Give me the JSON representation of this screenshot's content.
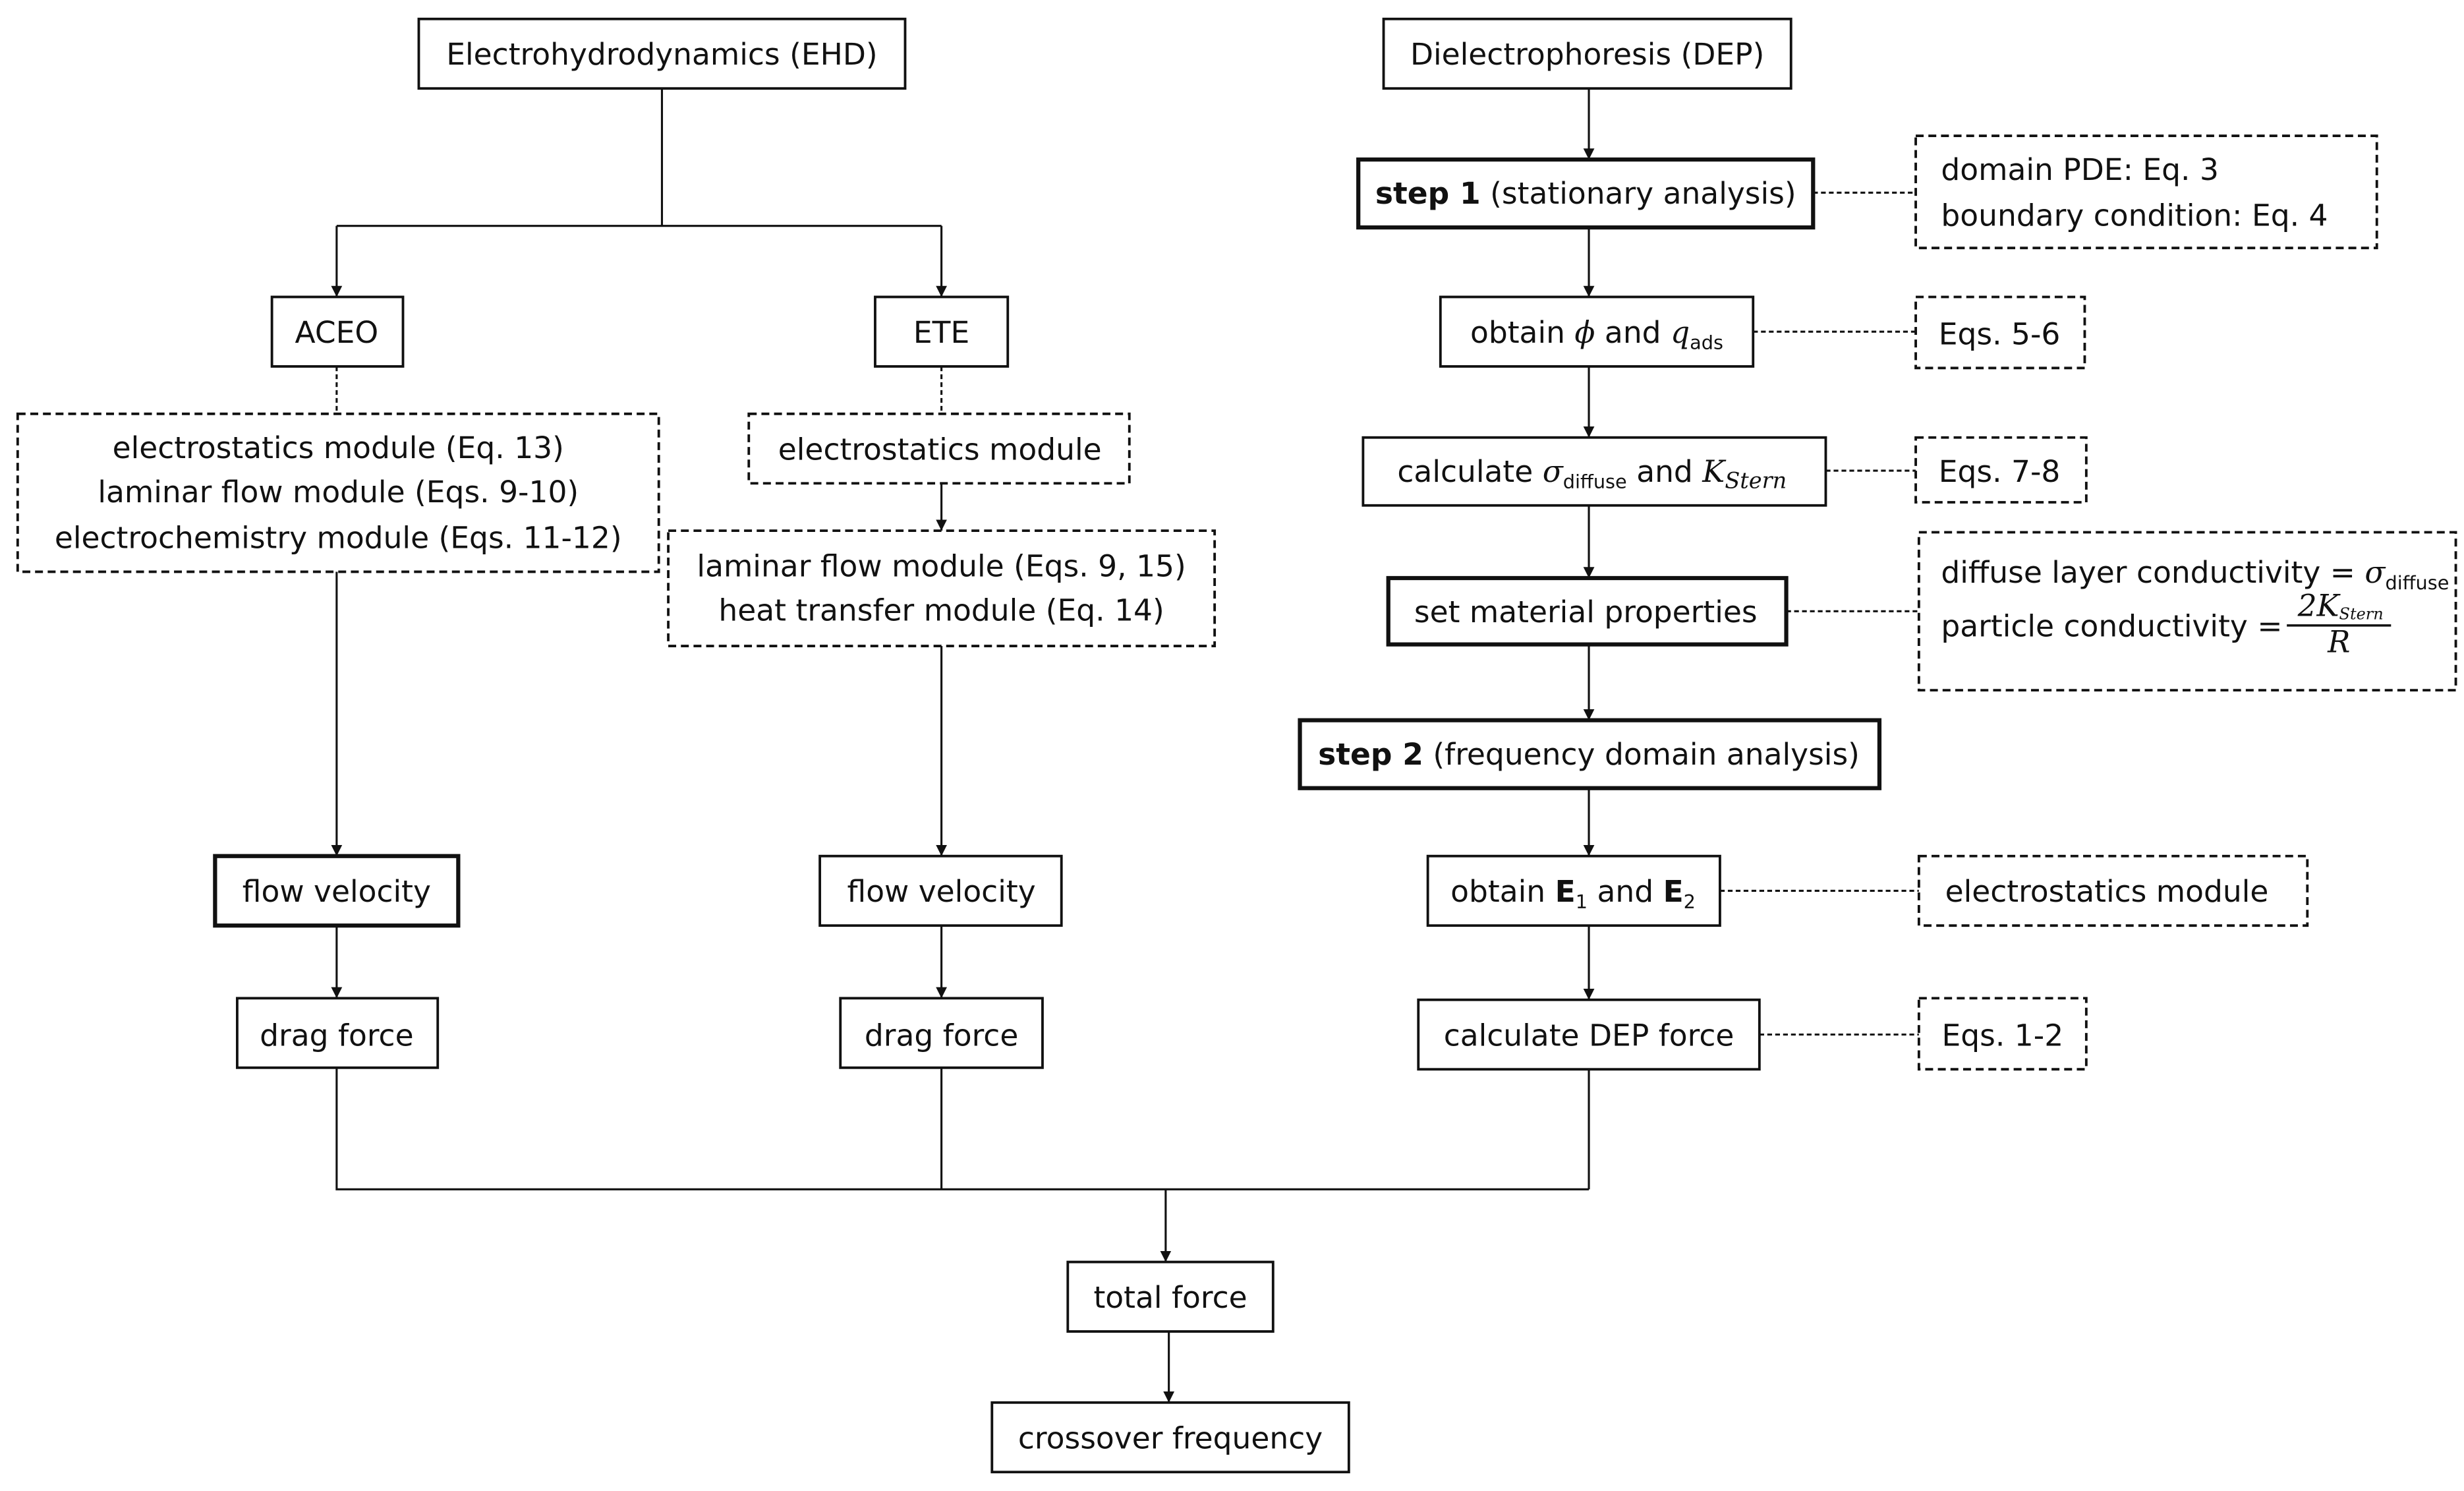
{
  "ehd": {
    "title": "Electrohydrodynamics (EHD)",
    "aceo": "ACEO",
    "ete": "ETE",
    "aceo_modules": [
      "electrostatics module (Eq. 13)",
      "laminar flow module (Eqs. 9-10)",
      "electrochemistry module (Eqs. 11-12)"
    ],
    "ete_module1": "electrostatics module",
    "ete_modules2": [
      "laminar flow module (Eqs. 9, 15)",
      "heat transfer module (Eq. 14)"
    ],
    "flow_velocity": "flow velocity",
    "drag_force": "drag force"
  },
  "dep": {
    "title": "Dielectrophoresis (DEP)",
    "step1_bold": "step 1",
    "step1_rest": " (stationary analysis)",
    "step1_note": [
      "domain PDE: Eq. 3",
      "boundary condition: Eq. 4"
    ],
    "obtain_pre": "obtain ",
    "phi": "ϕ",
    "and": " and ",
    "q": "q",
    "q_sub": "ads",
    "eqs56": "Eqs. 5-6",
    "calc_pre": "calculate ",
    "sigma": "σ",
    "sigma_sub": "diffuse",
    "K": "K",
    "K_sub": "Stern",
    "eqs78": "Eqs. 7-8",
    "set_material": "set material properties",
    "diffuse_label": "diffuse layer conductivity = ",
    "particle_label": "particle conductivity = ",
    "frac_num": "2K",
    "frac_den": "R",
    "step2_bold": "step 2",
    "step2_rest": " (frequency domain analysis)",
    "obtainE_pre": "obtain ",
    "E": "E",
    "E1_sub": "1",
    "E2_sub": "2",
    "electrostatics_module": "electrostatics module",
    "calc_dep": "calculate DEP force",
    "eqs12": "Eqs. 1-2"
  },
  "total_force": "total force",
  "crossover": "crossover frequency"
}
